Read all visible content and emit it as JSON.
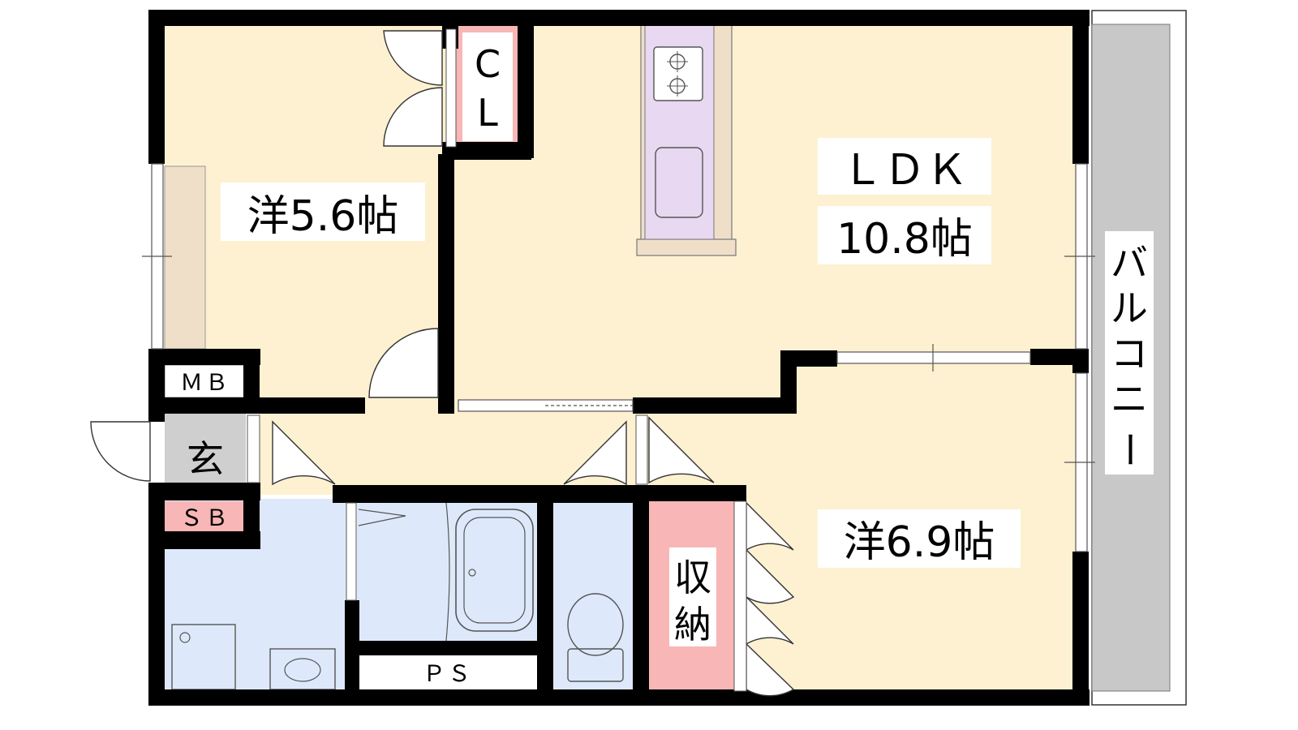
{
  "rooms": {
    "western_a": {
      "name": "洋5.6帖"
    },
    "ldk": {
      "name": "ＬＤＫ",
      "size": "10.8帖"
    },
    "western_b": {
      "name": "洋6.9帖"
    },
    "closet": {
      "line1": "C",
      "line2": "L"
    },
    "meter_box": {
      "name": "ＭＢ"
    },
    "entrance": {
      "name": "玄"
    },
    "shoe_box": {
      "name": "ＳＢ"
    },
    "storage": {
      "line1": "収",
      "line2": "納"
    },
    "pipe_space": {
      "name": "ＰＳ"
    },
    "balcony": {
      "chars": [
        "バ",
        "ル",
        "コ",
        "ニ",
        "ー"
      ]
    }
  },
  "colors": {
    "wall": "#000000",
    "room_fill": "#fdf1d1",
    "wet_area": "#dde9fb",
    "kitchen": "#e8d8f1",
    "storage_pink": "#f8b6b6",
    "balcony": "#c8c8c8",
    "entrance_gray": "#cfcfcf",
    "counter": "#f0dfc8"
  }
}
